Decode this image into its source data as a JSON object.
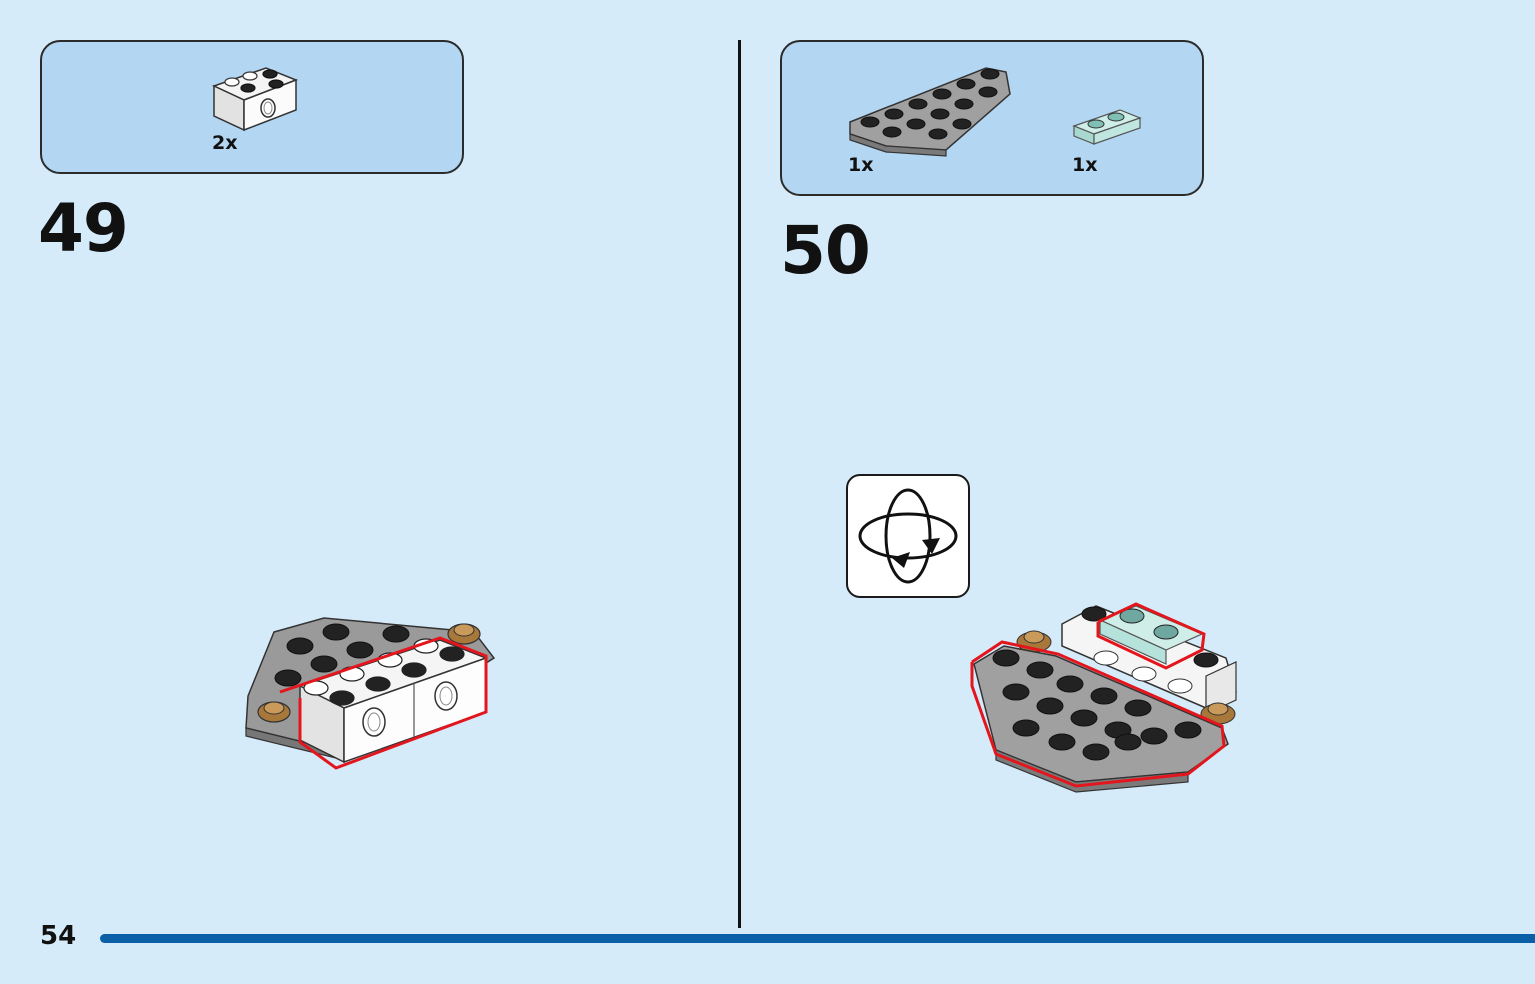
{
  "page_number": "54",
  "steps": [
    {
      "number": "49",
      "parts": [
        {
          "qty": "2x",
          "piece": "white-brick-1x2-with-hole-and-studs"
        }
      ]
    },
    {
      "number": "50",
      "parts": [
        {
          "qty": "1x",
          "piece": "gray-wedge-plate"
        },
        {
          "qty": "1x",
          "piece": "transparent-light-blue-plate-1x2"
        }
      ]
    }
  ],
  "colors": {
    "background": "#d5ebfa",
    "parts_box": "#b3d6f3",
    "highlight": "#e3161d",
    "progress": "#0a5fa6"
  },
  "icons": {
    "rotate": "rotate-model-icon"
  }
}
